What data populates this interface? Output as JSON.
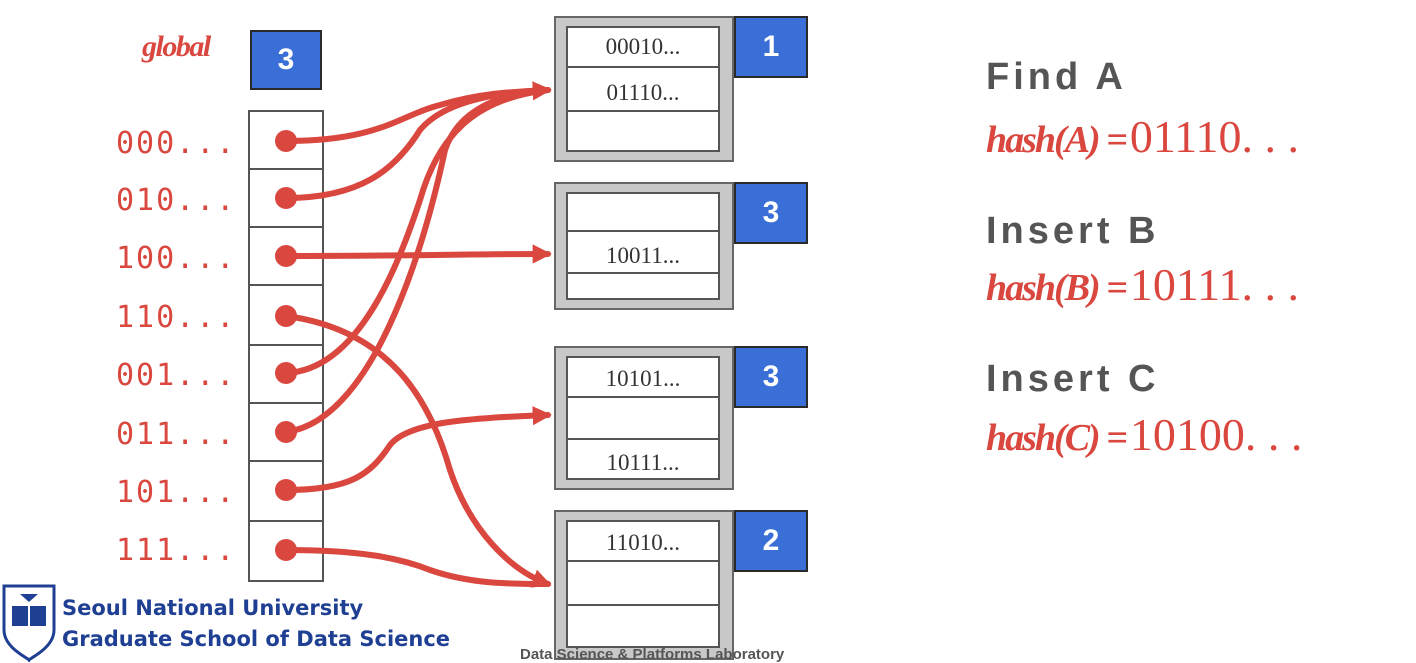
{
  "global_label": "global",
  "global_depth": "3",
  "directory": [
    "000...",
    "010...",
    "100...",
    "110...",
    "001...",
    "011...",
    "101...",
    "111..."
  ],
  "buckets": [
    {
      "local_depth": "1",
      "slots": [
        "00010...",
        "01110...",
        ""
      ]
    },
    {
      "local_depth": "3",
      "slots": [
        "",
        "10011...",
        ""
      ]
    },
    {
      "local_depth": "3",
      "slots": [
        "10101...",
        "",
        "10111..."
      ]
    },
    {
      "local_depth": "2",
      "slots": [
        "11010...",
        "",
        ""
      ]
    }
  ],
  "operations": [
    {
      "title": "Find A",
      "hash_fn": "hash(A) =",
      "hash_value": "01110. . ."
    },
    {
      "title": "Insert B",
      "hash_fn": "hash(B) =",
      "hash_value": "10111. . ."
    },
    {
      "title": "Insert C",
      "hash_fn": "hash(C) =",
      "hash_value": "10100. . ."
    }
  ],
  "logo": {
    "line1": "Seoul National University",
    "line2": "Graduate School of Data Science"
  },
  "footer": "Data Science & Platforms Laboratory",
  "colors": {
    "accent_red": "#d9473f",
    "badge_blue": "#3a6fd8",
    "bucket_gray": "#c8c8c8",
    "logo_navy": "#1f3f93"
  }
}
